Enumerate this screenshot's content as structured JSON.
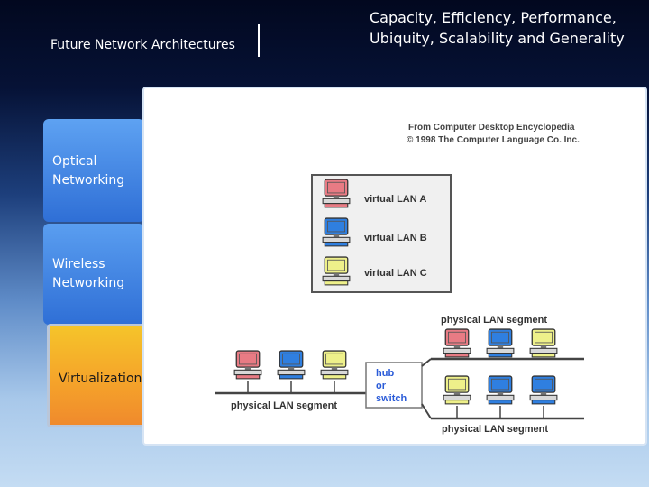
{
  "header": {
    "left_title": "Future Network Architectures",
    "right_title": "Capacity, Efficiency, Performance, Ubiquity, Scalability and Generality"
  },
  "tabs": [
    {
      "label": "Optical Networking",
      "color": "#3f86e6"
    },
    {
      "label": "Wireless Networking",
      "color": "#3f86e6"
    },
    {
      "label": "Virtualization",
      "color": "#f5a42a"
    }
  ],
  "diagram": {
    "credit_line1": "From Computer Desktop Encyclopedia",
    "credit_line2": "© 1998 The Computer Language Co. Inc.",
    "vlan_a": "virtual LAN A",
    "vlan_b": "virtual LAN B",
    "vlan_c": "virtual LAN C",
    "segment_top_right": "physical LAN segment",
    "segment_left": "physical LAN segment",
    "segment_bottom_right": "physical LAN segment",
    "hub_line1": "hub",
    "hub_line2": "or",
    "hub_line3": "switch",
    "colors": {
      "vlan_a": "#e87b84",
      "vlan_b": "#2f7fe0",
      "vlan_c": "#eef08a",
      "hub_text": "#2a5bd8"
    }
  }
}
